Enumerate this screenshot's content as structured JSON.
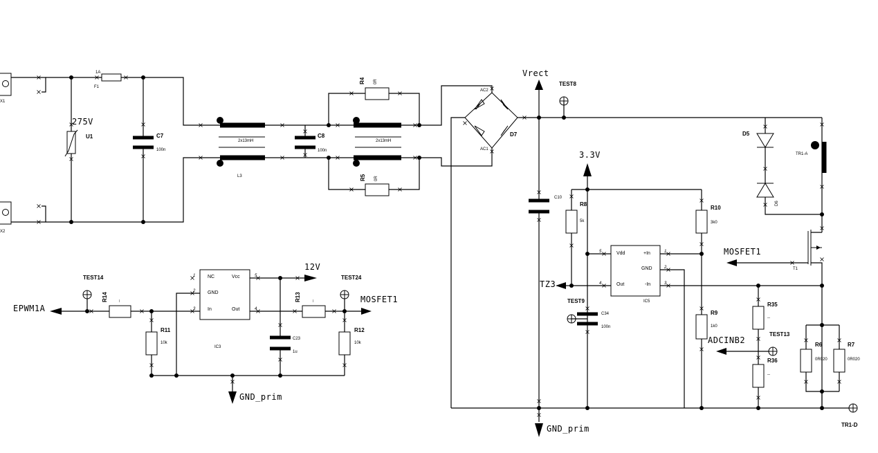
{
  "connectors": {
    "x1": "X1",
    "x2": "X2"
  },
  "fuse": {
    "ref": "F1",
    "rating": "1A"
  },
  "varistor": {
    "ref": "U1",
    "value": "275V"
  },
  "caps": {
    "c7": {
      "ref": "C7",
      "value": "100n"
    },
    "c8": {
      "ref": "C8",
      "value": "100n"
    },
    "c10": {
      "ref": "C10",
      "value": ""
    },
    "c34": {
      "ref": "C34",
      "value": "100n"
    },
    "c23": {
      "ref": "C23",
      "value": "1u"
    }
  },
  "chokes": {
    "l3": {
      "ref": "L3",
      "value": "2x13mH"
    },
    "l2": {
      "ref": "",
      "value": "2x13mH"
    }
  },
  "resistors": {
    "r4": {
      "ref": "R4",
      "value": "0R"
    },
    "r5": {
      "ref": "R5",
      "value": "0R"
    },
    "r8": {
      "ref": "R8",
      "value": "5k"
    },
    "r10": {
      "ref": "R10",
      "value": "3k0"
    },
    "r9": {
      "ref": "R9",
      "value": "1k0"
    },
    "r35": {
      "ref": "R35",
      "value": "--"
    },
    "r36": {
      "ref": "R36",
      "value": "--"
    },
    "r6": {
      "ref": "R6",
      "value": "0R020"
    },
    "r7": {
      "ref": "R7",
      "value": "0R020"
    },
    "r14": {
      "ref": "R14",
      "value": "--"
    },
    "r11": {
      "ref": "R11",
      "value": "10k"
    },
    "r13": {
      "ref": "R13",
      "value": "--"
    },
    "r12": {
      "ref": "R12",
      "value": "10k"
    }
  },
  "bridge": {
    "ref": "D7",
    "ac1": "AC1",
    "ac2": "AC2"
  },
  "diodes": {
    "d5": "D5",
    "d6": "D6"
  },
  "transformer": {
    "ref": "TR1-A"
  },
  "transistor": {
    "ref": "T1"
  },
  "ic5": {
    "ref": "IC5",
    "vdd": "Vdd",
    "in_p": "+In",
    "gnd": "GND",
    "out": "Out",
    "in_n": "-In"
  },
  "ic3": {
    "ref": "IC3",
    "nc": "NC",
    "vcc": "Vcc",
    "gnd": "GND",
    "in": "In",
    "out": "Out"
  },
  "test_points": {
    "test8": "TEST8",
    "test9": "TEST9",
    "test13": "TEST13",
    "test14": "TEST14",
    "test24": "TEST24",
    "tr1d": "TR1-D"
  },
  "nets": {
    "vrect": "Vrect",
    "v33": "3.3V",
    "v12": "12V",
    "mosfet1_right": "MOSFET1",
    "mosfet1_left": "MOSFET1",
    "tz3": "TZ3",
    "adcinb2": "ADCINB2",
    "epwm1a": "EPWM1A",
    "gnd_main": "GND_prim",
    "gnd_driver": "GND_prim"
  },
  "pins": {
    "p1": "1",
    "p2": "2",
    "p3": "3",
    "p4": "4",
    "p5": "5"
  }
}
